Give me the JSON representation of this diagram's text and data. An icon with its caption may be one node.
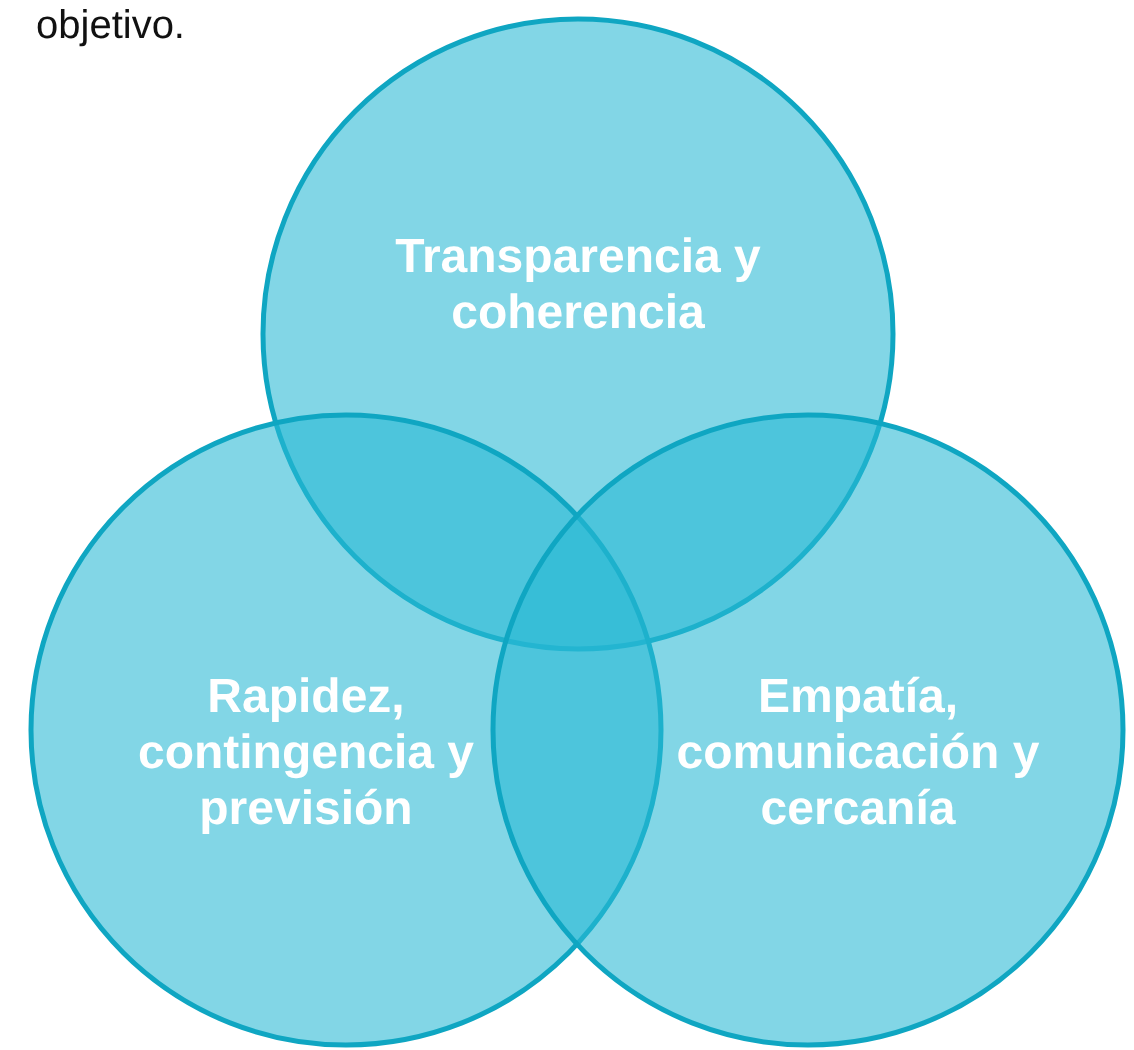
{
  "diagram": {
    "nodes": [
      {
        "text": [
          "Transparencia y coherencia"
        ]
      },
      {
        "text": [
          "Rapidez, contingencia y previsión"
        ]
      },
      {
        "text": [
          "Empatía, comunicación y cercanía"
        ]
      }
    ],
    "labels": [
      "objetivo."
    ]
  }
}
